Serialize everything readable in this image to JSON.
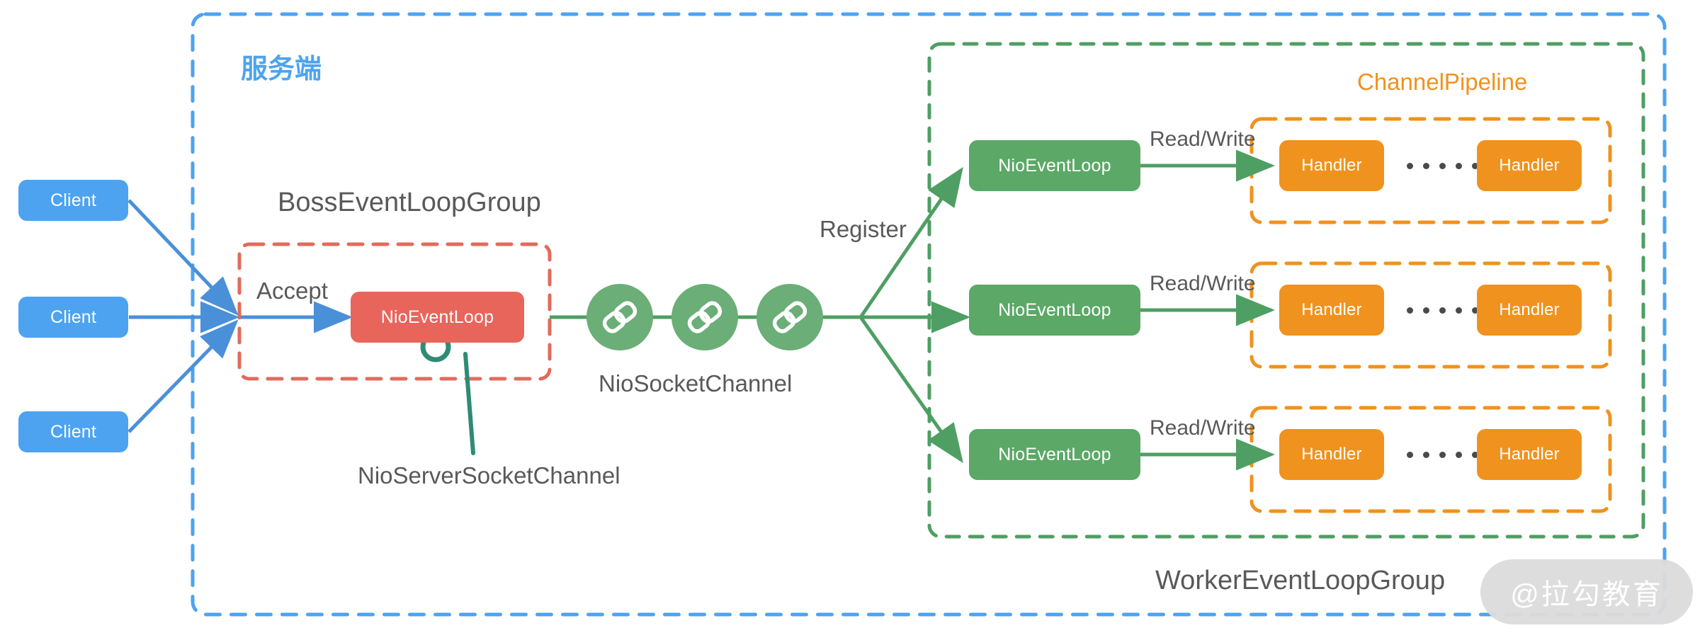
{
  "diagram": {
    "title_cn": "服务端",
    "boss_group_label": "BossEventLoopGroup",
    "worker_group_label": "WorkerEventLoopGroup",
    "accept_label": "Accept",
    "register_label": "Register",
    "read_write_label": "Read/Write",
    "nio_socket_channel_label": "NioSocketChannel",
    "nio_server_socket_channel_label": "NioServerSocketChannel",
    "channel_pipeline_label": "ChannelPipeline",
    "boss_event_loop_label": "NioEventLoop",
    "handler_label": "Handler",
    "ellipsis_dot_count": 6,
    "watermark": "@拉勾教育"
  },
  "clients": [
    {
      "label": "Client"
    },
    {
      "label": "Client"
    },
    {
      "label": "Client"
    }
  ],
  "channels": [
    {
      "icon": "chain-link-icon"
    },
    {
      "icon": "chain-link-icon"
    },
    {
      "icon": "chain-link-icon"
    }
  ],
  "worker_rows": [
    {
      "event_loop_label": "NioEventLoop",
      "read_write_label": "Read/Write",
      "handlers": [
        {
          "label": "Handler"
        },
        {
          "label": "Handler"
        }
      ]
    },
    {
      "event_loop_label": "NioEventLoop",
      "read_write_label": "Read/Write",
      "handlers": [
        {
          "label": "Handler"
        },
        {
          "label": "Handler"
        }
      ]
    },
    {
      "event_loop_label": "NioEventLoop",
      "read_write_label": "Read/Write",
      "handlers": [
        {
          "label": "Handler"
        },
        {
          "label": "Handler"
        }
      ]
    }
  ],
  "colors": {
    "client_blue": "#4DA3F0",
    "server_border_blue": "#4DA3F0",
    "boss_red": "#E8655C",
    "worker_green": "#5BA867",
    "pipeline_orange": "#F0921E",
    "text_gray": "#595959",
    "callout_teal": "#2E8B74",
    "watermark_gray": "#DCDCDC"
  }
}
